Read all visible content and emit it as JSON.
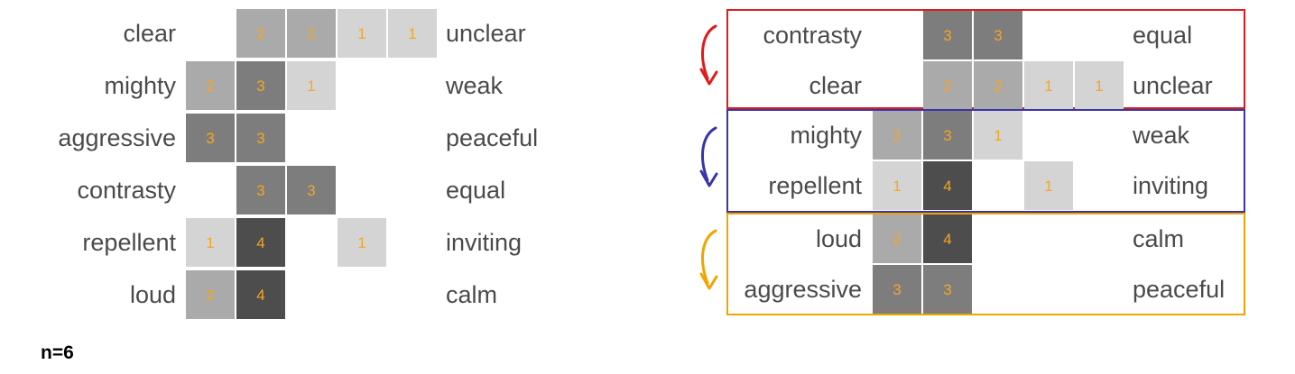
{
  "figure": {
    "footnote": "n=6",
    "sample_size": 6,
    "value_colors": {
      "1": "#d4d4d4",
      "2": "#aaaaaa",
      "3": "#7d7d7d",
      "4": "#4d4d4d"
    },
    "number_color": "#f5a623",
    "label_color": "#4a4a4a"
  },
  "left_panel": {
    "name": "semantic-differential-unsorted",
    "columns": 5,
    "rows": [
      {
        "left_label": "clear",
        "right_label": "unclear",
        "cells": [
          null,
          2,
          2,
          1,
          1
        ]
      },
      {
        "left_label": "mighty",
        "right_label": "weak",
        "cells": [
          2,
          3,
          1,
          null,
          null
        ]
      },
      {
        "left_label": "aggressive",
        "right_label": "peaceful",
        "cells": [
          3,
          3,
          null,
          null,
          null
        ]
      },
      {
        "left_label": "contrasty",
        "right_label": "equal",
        "cells": [
          null,
          3,
          3,
          null,
          null
        ]
      },
      {
        "left_label": "repellent",
        "right_label": "inviting",
        "cells": [
          1,
          4,
          null,
          1,
          null
        ]
      },
      {
        "left_label": "loud",
        "right_label": "calm",
        "cells": [
          2,
          4,
          null,
          null,
          null
        ]
      }
    ]
  },
  "right_panel": {
    "name": "semantic-differential-grouped",
    "columns": 5,
    "groups": [
      {
        "color": "#e01b1b",
        "arrow_name": "group-arrow-red",
        "rows": [
          {
            "left_label": "contrasty",
            "right_label": "equal",
            "cells": [
              null,
              3,
              3,
              null,
              null
            ]
          },
          {
            "left_label": "clear",
            "right_label": "unclear",
            "cells": [
              null,
              2,
              2,
              1,
              1
            ]
          }
        ]
      },
      {
        "color": "#3a34a8",
        "arrow_name": "group-arrow-blue",
        "rows": [
          {
            "left_label": "mighty",
            "right_label": "weak",
            "cells": [
              2,
              3,
              1,
              null,
              null
            ]
          },
          {
            "left_label": "repellent",
            "right_label": "inviting",
            "cells": [
              1,
              4,
              null,
              1,
              null
            ]
          }
        ]
      },
      {
        "color": "#f0a500",
        "arrow_name": "group-arrow-orange",
        "rows": [
          {
            "left_label": "loud",
            "right_label": "calm",
            "cells": [
              2,
              4,
              null,
              null,
              null
            ]
          },
          {
            "left_label": "aggressive",
            "right_label": "peaceful",
            "cells": [
              3,
              3,
              null,
              null,
              null
            ]
          }
        ]
      }
    ]
  },
  "chart_data": {
    "type": "heatmap",
    "title": "",
    "xlabel": "",
    "ylabel": "",
    "legend": [],
    "grid": false,
    "annotations": [
      "n=6"
    ],
    "colorscale": {
      "1": "#d4d4d4",
      "2": "#aaaaaa",
      "3": "#7d7d7d",
      "4": "#4d4d4d"
    },
    "x": [
      1,
      2,
      3,
      4,
      5
    ],
    "panels": [
      {
        "name": "unsorted",
        "categories": [
          "clear",
          "mighty",
          "aggressive",
          "contrasty",
          "repellent",
          "loud"
        ],
        "opposites": [
          "unclear",
          "weak",
          "peaceful",
          "equal",
          "inviting",
          "calm"
        ],
        "series": [
          {
            "name": "clear / unclear",
            "values": [
              null,
              2,
              2,
              1,
              1
            ]
          },
          {
            "name": "mighty / weak",
            "values": [
              2,
              3,
              1,
              null,
              null
            ]
          },
          {
            "name": "aggressive / peaceful",
            "values": [
              3,
              3,
              null,
              null,
              null
            ]
          },
          {
            "name": "contrasty / equal",
            "values": [
              null,
              3,
              3,
              null,
              null
            ]
          },
          {
            "name": "repellent / inviting",
            "values": [
              1,
              4,
              null,
              1,
              null
            ]
          },
          {
            "name": "loud / calm",
            "values": [
              2,
              4,
              null,
              null,
              null
            ]
          }
        ]
      },
      {
        "name": "grouped",
        "categories": [
          "contrasty",
          "clear",
          "mighty",
          "repellent",
          "loud",
          "aggressive"
        ],
        "opposites": [
          "equal",
          "unclear",
          "weak",
          "inviting",
          "calm",
          "peaceful"
        ],
        "series": [
          {
            "name": "contrasty / equal",
            "values": [
              null,
              3,
              3,
              null,
              null
            ],
            "group": "red"
          },
          {
            "name": "clear / unclear",
            "values": [
              null,
              2,
              2,
              1,
              1
            ],
            "group": "red"
          },
          {
            "name": "mighty / weak",
            "values": [
              2,
              3,
              1,
              null,
              null
            ],
            "group": "blue"
          },
          {
            "name": "repellent / inviting",
            "values": [
              1,
              4,
              null,
              1,
              null
            ],
            "group": "blue"
          },
          {
            "name": "loud / calm",
            "values": [
              2,
              4,
              null,
              null,
              null
            ],
            "group": "orange"
          },
          {
            "name": "aggressive / peaceful",
            "values": [
              3,
              3,
              null,
              null,
              null
            ],
            "group": "orange"
          }
        ]
      }
    ]
  }
}
